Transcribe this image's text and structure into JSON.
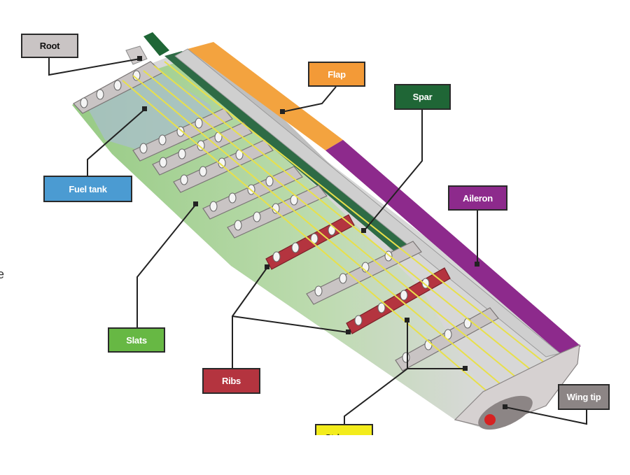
{
  "labels": {
    "root": "Root",
    "flap": "Flap",
    "spar": "Spar",
    "fuel_tank": "Fuel tank",
    "aileron": "Aileron",
    "slats": "Slats",
    "ribs": "Ribs",
    "wing_tip": "Wing tip",
    "stringers": "Stringers"
  },
  "edge_fragment": "e",
  "colors": {
    "root": "#c9c4c4",
    "flap": "#f39a37",
    "spar": "#1f6636",
    "fuel_tank": "#4b9bd2",
    "aileron": "#8d2a8c",
    "slats": "#67b844",
    "ribs": "#b4343f",
    "wing_tip": "#8c8585",
    "stringers": "#f3ec1c"
  }
}
